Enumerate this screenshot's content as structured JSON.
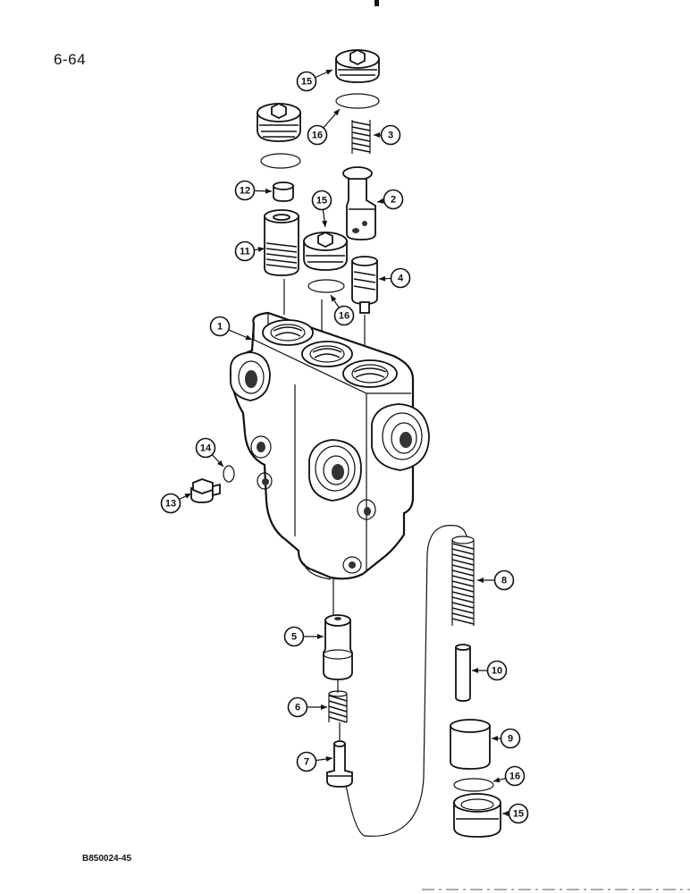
{
  "page": {
    "number": "6-64",
    "drawing_id": "B850024-45"
  },
  "callouts": [
    "15",
    "16",
    "3",
    "12",
    "2",
    "15",
    "11",
    "4",
    "16",
    "1",
    "14",
    "13",
    "8",
    "5",
    "10",
    "6",
    "9",
    "7",
    "16",
    "15"
  ]
}
